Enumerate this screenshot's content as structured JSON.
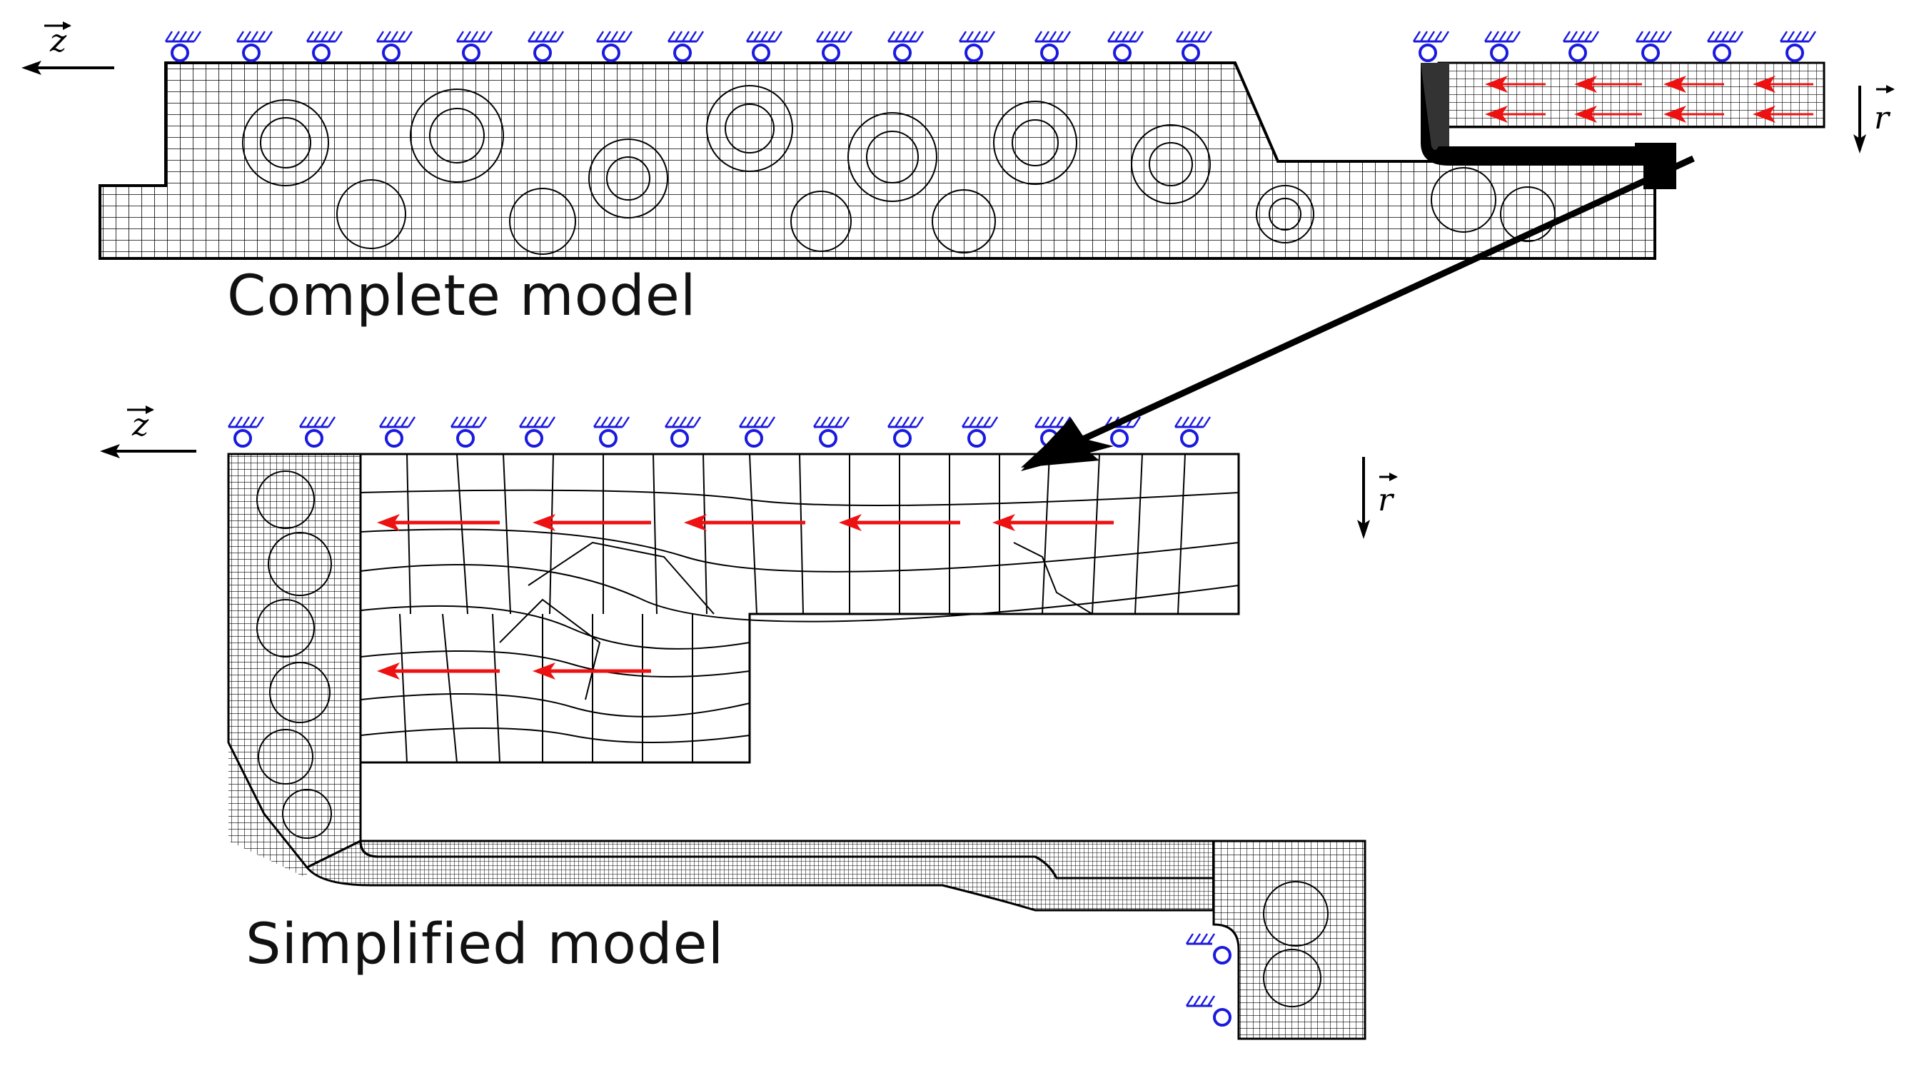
{
  "labels": {
    "complete_model": "Complete model",
    "simplified_model": "Simplified model",
    "axis_z": "z",
    "axis_r": "r"
  },
  "colors": {
    "mesh": "#000000",
    "support": "#1a1adf",
    "force_arrow": "#ee1111",
    "callout_arrow": "#000000"
  },
  "icons": [
    "roller-support-icon",
    "force-arrow-icon",
    "callout-arrow-icon",
    "axis-arrow-icon"
  ]
}
